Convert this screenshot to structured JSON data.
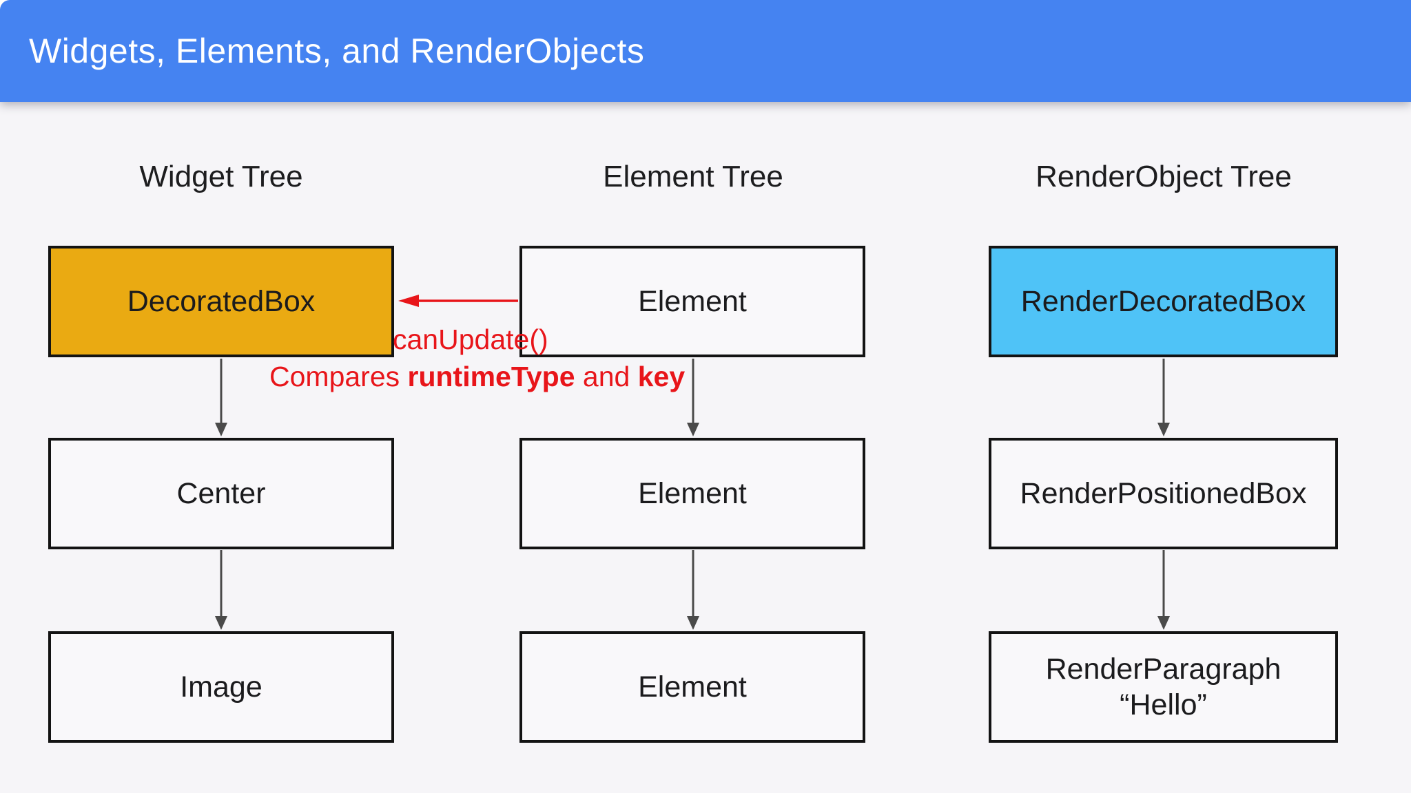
{
  "header": {
    "title": "Widgets, Elements, and RenderObjects"
  },
  "columns": [
    {
      "title": "Widget Tree",
      "nodes": [
        {
          "label": "DecoratedBox"
        },
        {
          "label": "Center"
        },
        {
          "label": "Image"
        }
      ]
    },
    {
      "title": "Element Tree",
      "nodes": [
        {
          "label": "Element"
        },
        {
          "label": "Element"
        },
        {
          "label": "Element"
        }
      ]
    },
    {
      "title": "RenderObject Tree",
      "nodes": [
        {
          "label": "RenderDecoratedBox"
        },
        {
          "label": "RenderPositionedBox"
        },
        {
          "label": "RenderParagraph",
          "sublabel": "“Hello”"
        }
      ]
    }
  ],
  "annotation": {
    "can_update": "canUpdate()",
    "compares_prefix": "Compares ",
    "compares_bold1": "runtimeType",
    "compares_mid": " and ",
    "compares_bold2": "key"
  },
  "colors": {
    "header_blue": "#4583F1",
    "widget_orange": "#EAAA12",
    "render_blue": "#4FC3F7",
    "annotation_red": "#E8151A",
    "canvas_bg": "#F6F5F8",
    "node_fill": "#F9F8FA",
    "node_border": "#131313",
    "connector_gray": "#4A4A4A"
  }
}
